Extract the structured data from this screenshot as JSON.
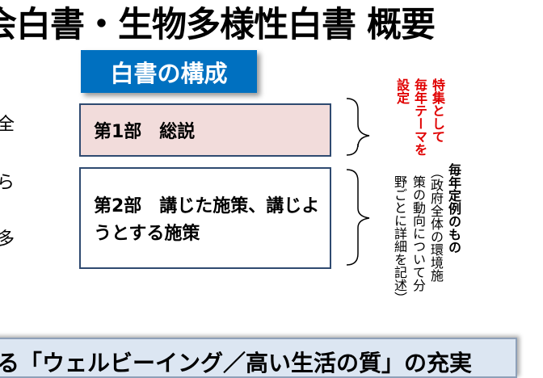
{
  "title": "会白書・生物多様性白書 概要",
  "left_fragments": [
    "全",
    "ら",
    "多"
  ],
  "structure_label": "白書の構成",
  "part1": "第1部　総説",
  "part2": "第2部　講じた施策、講じようとする施策",
  "annotation_red": [
    "特集として",
    "毎年テーマを",
    "設定"
  ],
  "annotation_bold": "毎年定例のもの",
  "annotation_detail": [
    "（政府全体の環境施",
    "策の動向について分",
    "野ごとに詳細を記述）"
  ],
  "bottom_banner": "る「ウェルビーイング／高い生活の質」の充実",
  "colors": {
    "accent_blue": "#0070c0",
    "part1_fill": "#f2dcdb",
    "annotation_red": "#e00000",
    "banner_fill": "#dce6f2"
  }
}
